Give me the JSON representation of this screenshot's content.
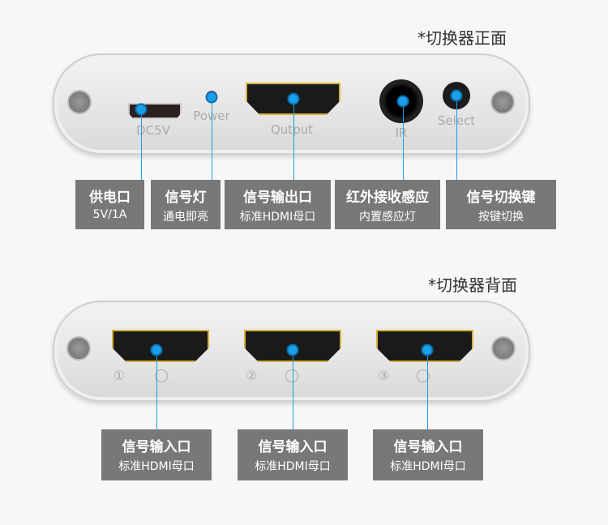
{
  "front": {
    "title": "*切换器正面",
    "ports": {
      "dc": "DC5V",
      "power": "Power",
      "output": "Qutput",
      "ir": "IR",
      "select": "Select"
    },
    "callouts": [
      {
        "title": "供电口",
        "sub": "5V/1A"
      },
      {
        "title": "信号灯",
        "sub": "通电即亮"
      },
      {
        "title": "信号输出口",
        "sub": "标准HDMI母口"
      },
      {
        "title": "红外接收感应",
        "sub": "内置感应灯"
      },
      {
        "title": "信号切换键",
        "sub": "按键切换"
      }
    ]
  },
  "back": {
    "title": "*切换器背面",
    "port_numbers": [
      "①",
      "②",
      "③"
    ],
    "callouts": [
      {
        "title": "信号输入口",
        "sub": "标准HDMI母口"
      },
      {
        "title": "信号输入口",
        "sub": "标准HDMI母口"
      },
      {
        "title": "信号输入口",
        "sub": "标准HDMI母口"
      }
    ]
  },
  "colors": {
    "accent": "#1aa0e8",
    "box": "#787878",
    "hdmi_gold": "#d9b13a"
  }
}
